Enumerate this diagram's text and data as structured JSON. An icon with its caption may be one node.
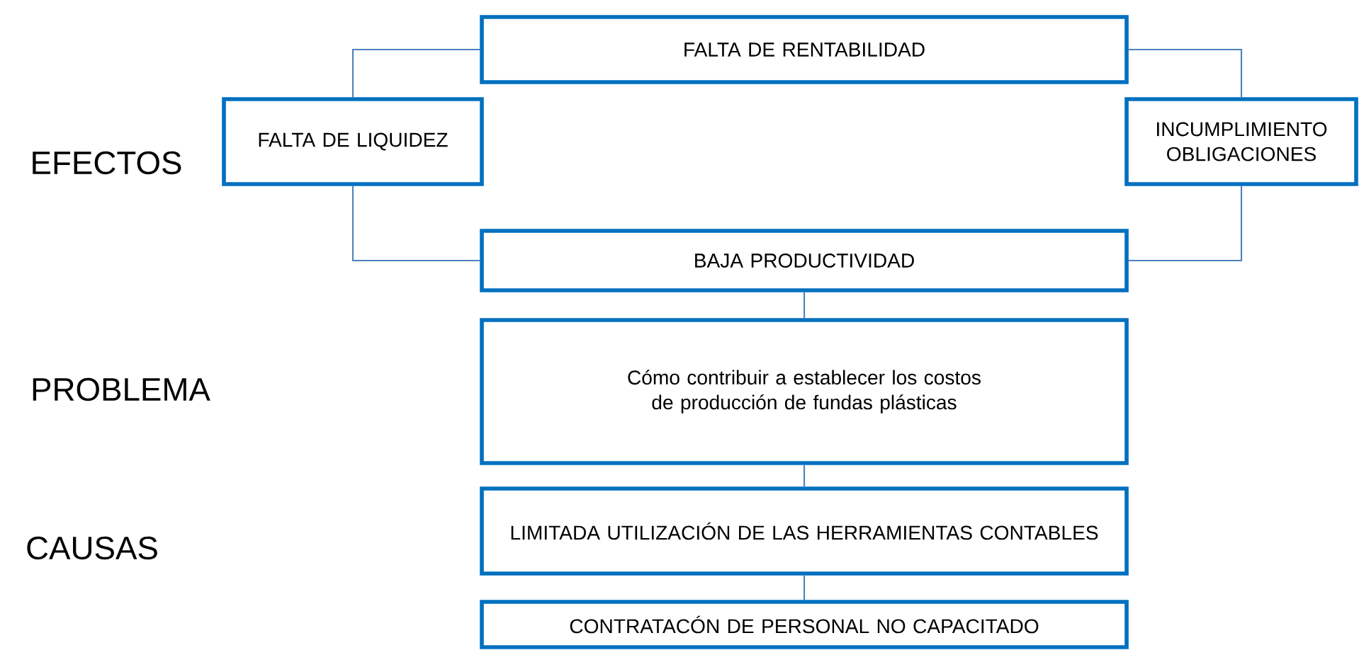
{
  "diagram": {
    "nodes": [
      {
        "text": [
          "FALTA DE RENTABILIDAD"
        ]
      },
      {
        "text": [
          "FALTA DE LIQUIDEZ"
        ]
      },
      {
        "text": [
          "INCUMPLIMIENTO OBLIGACIONES"
        ]
      },
      {
        "text": [
          "BAJA PRODUCTIVIDAD"
        ]
      },
      {
        "text": [
          "Cómo contribuir a establecer los costos de producción de fundas plásticas"
        ]
      },
      {
        "text": [
          "LIMITADA UTILIZACIÓN DE LAS HERRAMIENTAS CONTABLES"
        ]
      },
      {
        "text": [
          "CONTRATACÓN DE PERSONAL NO CAPACITADO"
        ]
      }
    ],
    "edges": [
      {
        "from": 0,
        "to": 1,
        "arrow": "none"
      },
      {
        "from": 0,
        "to": 2,
        "arrow": "none"
      },
      {
        "from": 1,
        "to": 3,
        "arrow": "none"
      },
      {
        "from": 2,
        "to": 3,
        "arrow": "none"
      },
      {
        "from": 3,
        "to": 4,
        "arrow": "none"
      },
      {
        "from": 4,
        "to": 5,
        "arrow": "none"
      },
      {
        "from": 5,
        "to": 6,
        "arrow": "none"
      }
    ],
    "labels": [
      "EFECTOS",
      "PROBLEMA",
      "CAUSAS"
    ]
  }
}
